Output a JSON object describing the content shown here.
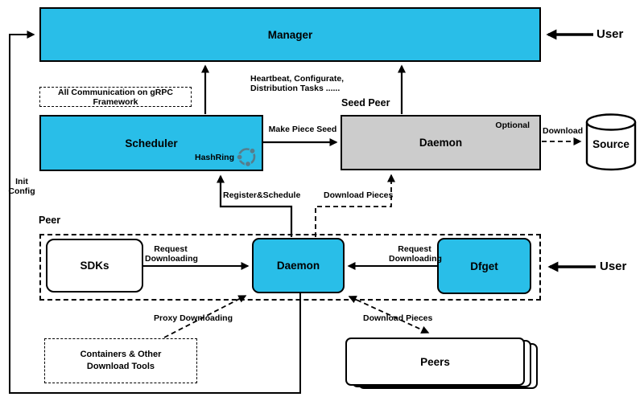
{
  "colors": {
    "accent": "#29bee8",
    "seedfill": "#cccccc",
    "ink": "#000000",
    "hashring": "#567d8c"
  },
  "nodes": {
    "manager": {
      "label": "Manager"
    },
    "grpc_note": {
      "label": "All Communication on gRPC Framework"
    },
    "scheduler": {
      "label": "Scheduler",
      "hashring_label": "HashRing"
    },
    "seed_peer": {
      "group_label": "Seed Peer",
      "daemon_label": "Daemon",
      "optional_label": "Optional"
    },
    "source": {
      "label": "Source"
    },
    "peer": {
      "group_label": "Peer",
      "sdks_label": "SDKs",
      "daemon_label": "Daemon",
      "dfget_label": "Dfget"
    },
    "containers": {
      "label": "Containers & Other\nDownload Tools"
    },
    "peers_stack": {
      "label": "Peers"
    },
    "user_top": {
      "label": "User"
    },
    "user_bottom": {
      "label": "User"
    }
  },
  "edges": {
    "heartbeat": {
      "label": "Heartbeat, Configurate,\nDistribution Tasks ......"
    },
    "make_piece_seed": {
      "label": "Make Piece Seed"
    },
    "download_source": {
      "label": "Download"
    },
    "init_config": {
      "label": "Init\nConfig"
    },
    "register_schedule": {
      "label": "Register&Schedule"
    },
    "download_pieces_seed": {
      "label": "Download Pieces"
    },
    "request_downloading_sdk": {
      "label": "Request\nDownloading"
    },
    "request_downloading_dfget": {
      "label": "Request\nDownloading"
    },
    "proxy_downloading": {
      "label": "Proxy Downloading"
    },
    "download_pieces_peers": {
      "label": "Download Pieces"
    }
  }
}
